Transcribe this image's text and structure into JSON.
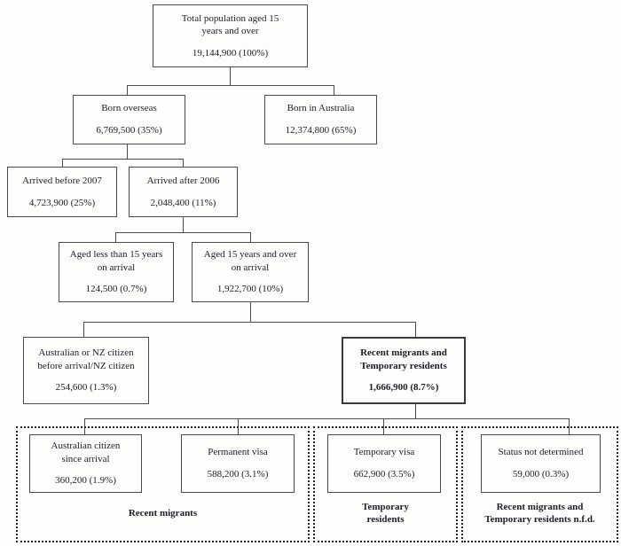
{
  "diagram": {
    "title": "Population and migration status flowchart",
    "nodes": {
      "total_population": {
        "label": "Total population aged 15\nyears and over",
        "value": "19,144,900 (100%)"
      },
      "born_overseas": {
        "label": "Born overseas",
        "value": "6,769,500 (35%)"
      },
      "born_in_australia": {
        "label": "Born in Australia",
        "value": "12,374,800 (65%)"
      },
      "arrived_before_2007": {
        "label": "Arrived before 2007",
        "value": "4,723,900 (25%)"
      },
      "arrived_after_2006": {
        "label": "Arrived after 2006",
        "value": "2,048,400 (11%)"
      },
      "aged_less_than_15": {
        "label": "Aged less than 15 years\non arrival",
        "value": "124,500 (0.7%)"
      },
      "aged_15_and_over": {
        "label": "Aged 15 years and over\non arrival",
        "value": "1,922,700 (10%)"
      },
      "citizen_before_arrival": {
        "label": "Australian or NZ citizen\nbefore arrival/NZ citizen",
        "value": "254,600 (1.3%)"
      },
      "recent_migrants_temp_residents": {
        "label": "Recent migrants and\nTemporary residents",
        "value": "1,666,900 (8.7%)"
      },
      "australian_citizen_since_arrival": {
        "label": "Australian citizen\nsince arrival",
        "value": "360,200 (1.9%)"
      },
      "permanent_visa": {
        "label": "Permanent visa",
        "value": "588,200 (3.1%)"
      },
      "temporary_visa": {
        "label": "Temporary visa",
        "value": "662,900 (3.5%)"
      },
      "status_not_determined": {
        "label": "Status not determined",
        "value": "59,000 (0.3%)"
      }
    },
    "groups": {
      "recent_migrants": {
        "label": "Recent migrants"
      },
      "temporary_residents": {
        "label": "Temporary\nresidents"
      },
      "recent_migrants_nfd": {
        "label": "Recent migrants and\nTemporary residents n.f.d."
      }
    },
    "colors": {
      "background": "#fdfdfb",
      "border": "#4a4a4a",
      "emphasis_border": "#3a3a3a",
      "text": "#1d1d2b",
      "group_border": "#222222"
    }
  }
}
